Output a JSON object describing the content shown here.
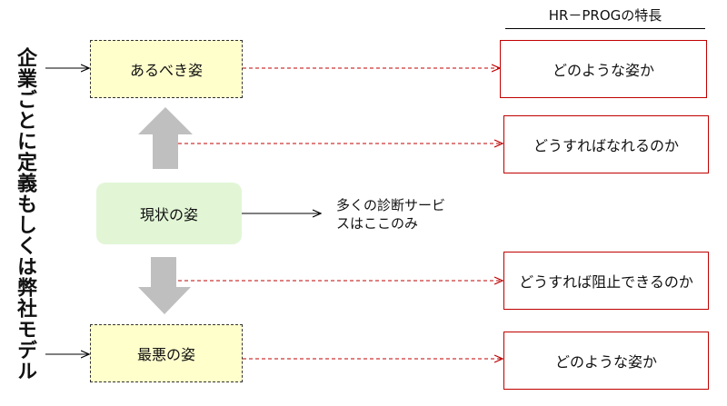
{
  "vertical_title": "企業ごとに定義もしくは弊社モデル",
  "left_boxes": {
    "ideal": "あるべき姿",
    "current": "現状の姿",
    "worst": "最悪の姿"
  },
  "note": {
    "line1": "多くの診断サービ",
    "line2": "スはここのみ"
  },
  "hr_prog": {
    "header": "HR－PROGの特長",
    "items": [
      "どのような姿か",
      "どうすればなれるのか",
      "どうすれば阻止できるのか",
      "どのような姿か"
    ]
  },
  "colors": {
    "yellow_fill": "#ffffcc",
    "green_fill": "#e2f6d6",
    "red_border": "#c00000",
    "arrow_gray": "#bfbfbf"
  }
}
